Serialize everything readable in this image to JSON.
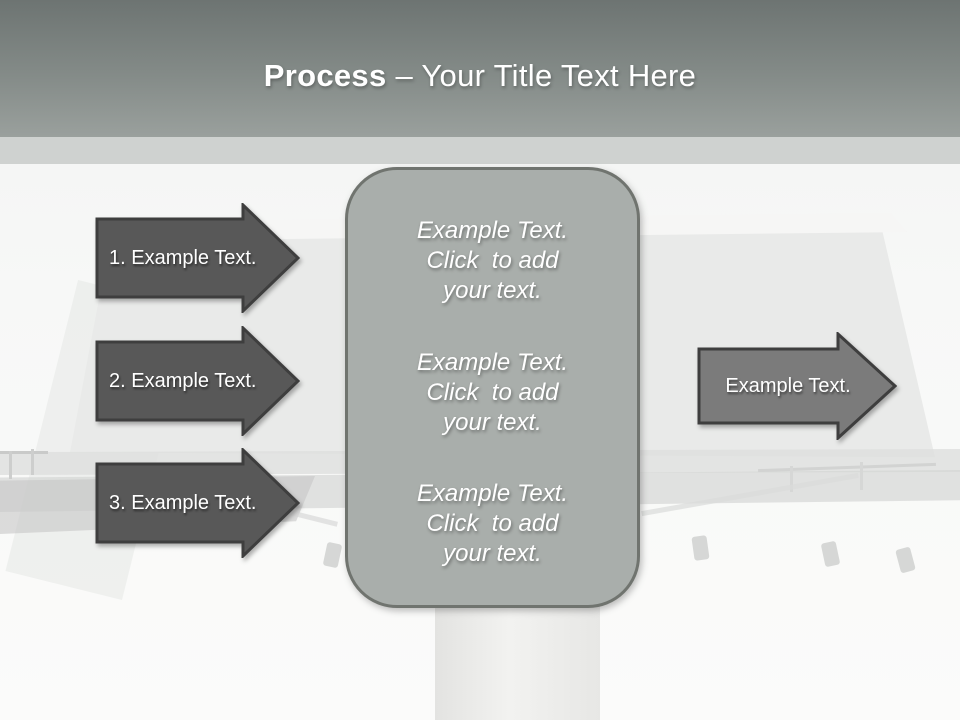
{
  "header": {
    "title_bold": "Process",
    "title_rest": "– Your Title Text Here"
  },
  "left_arrows": [
    {
      "label": "1. Example Text."
    },
    {
      "label": "2. Example Text."
    },
    {
      "label": "3. Example Text."
    }
  ],
  "right_arrow": {
    "label": "Example Text."
  },
  "center_box": {
    "blocks": [
      {
        "line1": "Example Text.",
        "line2": "Click  to add",
        "line3": "your text."
      },
      {
        "line1": "Example Text.",
        "line2": "Click  to add",
        "line3": "your text."
      },
      {
        "line1": "Example Text.",
        "line2": "Click  to add",
        "line3": "your text."
      }
    ]
  },
  "colors": {
    "header_gradient_top": "#6d7472",
    "header_gradient_bottom": "#9aa09d",
    "header_band": "#cfd2d0",
    "left_arrow_fill": "#585858",
    "right_arrow_fill": "#7b7b7b",
    "arrow_border": "#3e3e3e",
    "center_box_fill": "#a9aeab",
    "center_box_border": "#70746f",
    "text": "#ffffff"
  }
}
